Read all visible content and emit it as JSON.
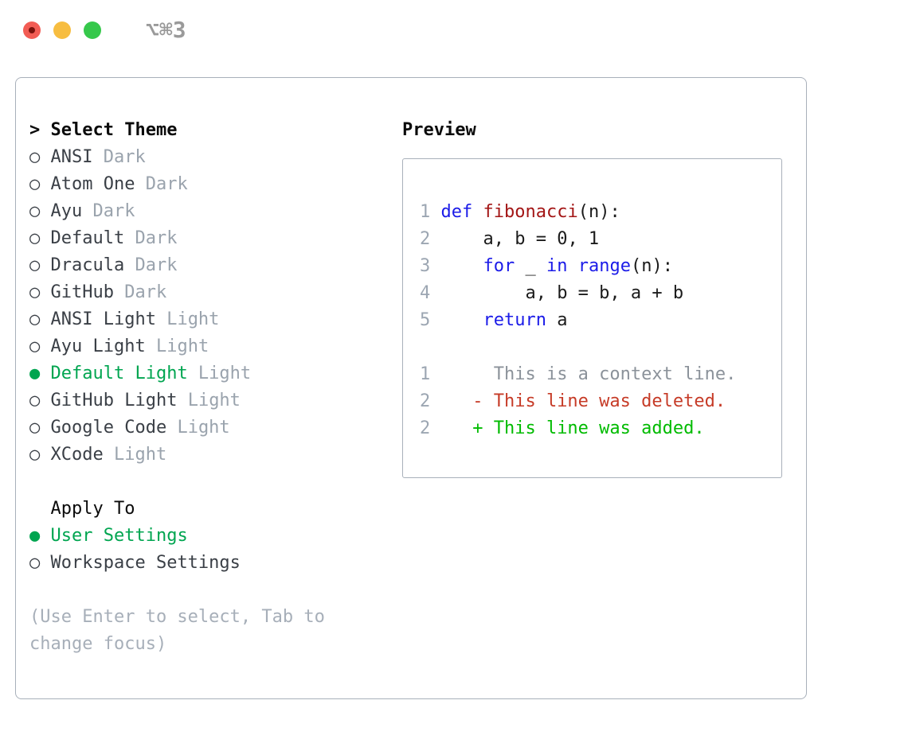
{
  "titlebar": {
    "shortcut_label": "⌥⌘3",
    "buttons": [
      {
        "name": "close",
        "color": "#f25c54"
      },
      {
        "name": "minimize",
        "color": "#f7bd40"
      },
      {
        "name": "zoom",
        "color": "#36c84b"
      }
    ]
  },
  "theme_panel": {
    "header": {
      "cursor": "> ",
      "label": "Select Theme"
    },
    "items": [
      {
        "name": "ANSI",
        "tag": "Dark",
        "selected": false
      },
      {
        "name": "Atom One",
        "tag": "Dark",
        "selected": false
      },
      {
        "name": "Ayu",
        "tag": "Dark",
        "selected": false
      },
      {
        "name": "Default",
        "tag": "Dark",
        "selected": false
      },
      {
        "name": "Dracula",
        "tag": "Dark",
        "selected": false
      },
      {
        "name": "GitHub",
        "tag": "Dark",
        "selected": false
      },
      {
        "name": "ANSI Light",
        "tag": "Light",
        "selected": false
      },
      {
        "name": "Ayu Light",
        "tag": "Light",
        "selected": false
      },
      {
        "name": "Default Light",
        "tag": "Light",
        "selected": true
      },
      {
        "name": "GitHub Light",
        "tag": "Light",
        "selected": false
      },
      {
        "name": "Google Code",
        "tag": "Light",
        "selected": false
      },
      {
        "name": "XCode",
        "tag": "Light",
        "selected": false
      }
    ]
  },
  "apply_panel": {
    "header": "  Apply To",
    "options": [
      {
        "label": "User Settings",
        "selected": true
      },
      {
        "label": "Workspace Settings",
        "selected": false
      }
    ]
  },
  "help_text": "(Use Enter to select, Tab to change focus)",
  "preview_panel": {
    "header": "Preview",
    "lines": [
      {
        "type": "code",
        "tokens": [
          [
            "1 ",
            "ln"
          ],
          [
            "def",
            "kw"
          ],
          [
            " ",
            "tx"
          ],
          [
            "fibonacci",
            "fn"
          ],
          [
            "(n):",
            "tx"
          ]
        ]
      },
      {
        "type": "code",
        "tokens": [
          [
            "2 ",
            "ln"
          ],
          [
            "    a, b = 0, 1",
            "tx"
          ]
        ]
      },
      {
        "type": "code",
        "tokens": [
          [
            "3 ",
            "ln"
          ],
          [
            "    ",
            "tx"
          ],
          [
            "for",
            "kw"
          ],
          [
            " _ ",
            "tx"
          ],
          [
            "in",
            "kw"
          ],
          [
            " ",
            "tx"
          ],
          [
            "range",
            "kw"
          ],
          [
            "(n):",
            "tx"
          ]
        ]
      },
      {
        "type": "code",
        "tokens": [
          [
            "4 ",
            "ln"
          ],
          [
            "        a, b = b, a + b",
            "tx"
          ]
        ]
      },
      {
        "type": "code",
        "tokens": [
          [
            "5 ",
            "ln"
          ],
          [
            "    ",
            "tx"
          ],
          [
            "return",
            "kw"
          ],
          [
            " a",
            "tx"
          ]
        ]
      },
      {
        "type": "blank",
        "tokens": []
      },
      {
        "type": "context",
        "tokens": [
          [
            "1",
            "ln"
          ],
          [
            "      This is a context line.",
            "ctx"
          ]
        ]
      },
      {
        "type": "deleted",
        "tokens": [
          [
            "2",
            "ln"
          ],
          [
            "    - This line was deleted.",
            "del"
          ]
        ]
      },
      {
        "type": "added",
        "tokens": [
          [
            "2",
            "ln"
          ],
          [
            "    + This line was added.",
            "add"
          ]
        ]
      }
    ]
  },
  "icons": {
    "radio_unselected": "○",
    "radio_selected": "●"
  },
  "colors": {
    "accent_green": "#00a550",
    "diff_added_green": "#00bb00",
    "diff_deleted_red": "#c63b27",
    "keyword_blue": "#1b1be8",
    "function_red": "#a31515",
    "line_number_gray": "#9ca6b2",
    "context_gray": "#8b929a",
    "muted_tag_gray": "#9aa3ad",
    "item_text_dark": "#3a3f46",
    "help_text_gray": "#a7afb9",
    "panel_border_gray": "#a8b0ba",
    "titlebar_text_gray": "#9a9a9a",
    "traffic_red": "#f25c54",
    "traffic_yellow": "#f7bd40",
    "traffic_green": "#36c84b"
  }
}
